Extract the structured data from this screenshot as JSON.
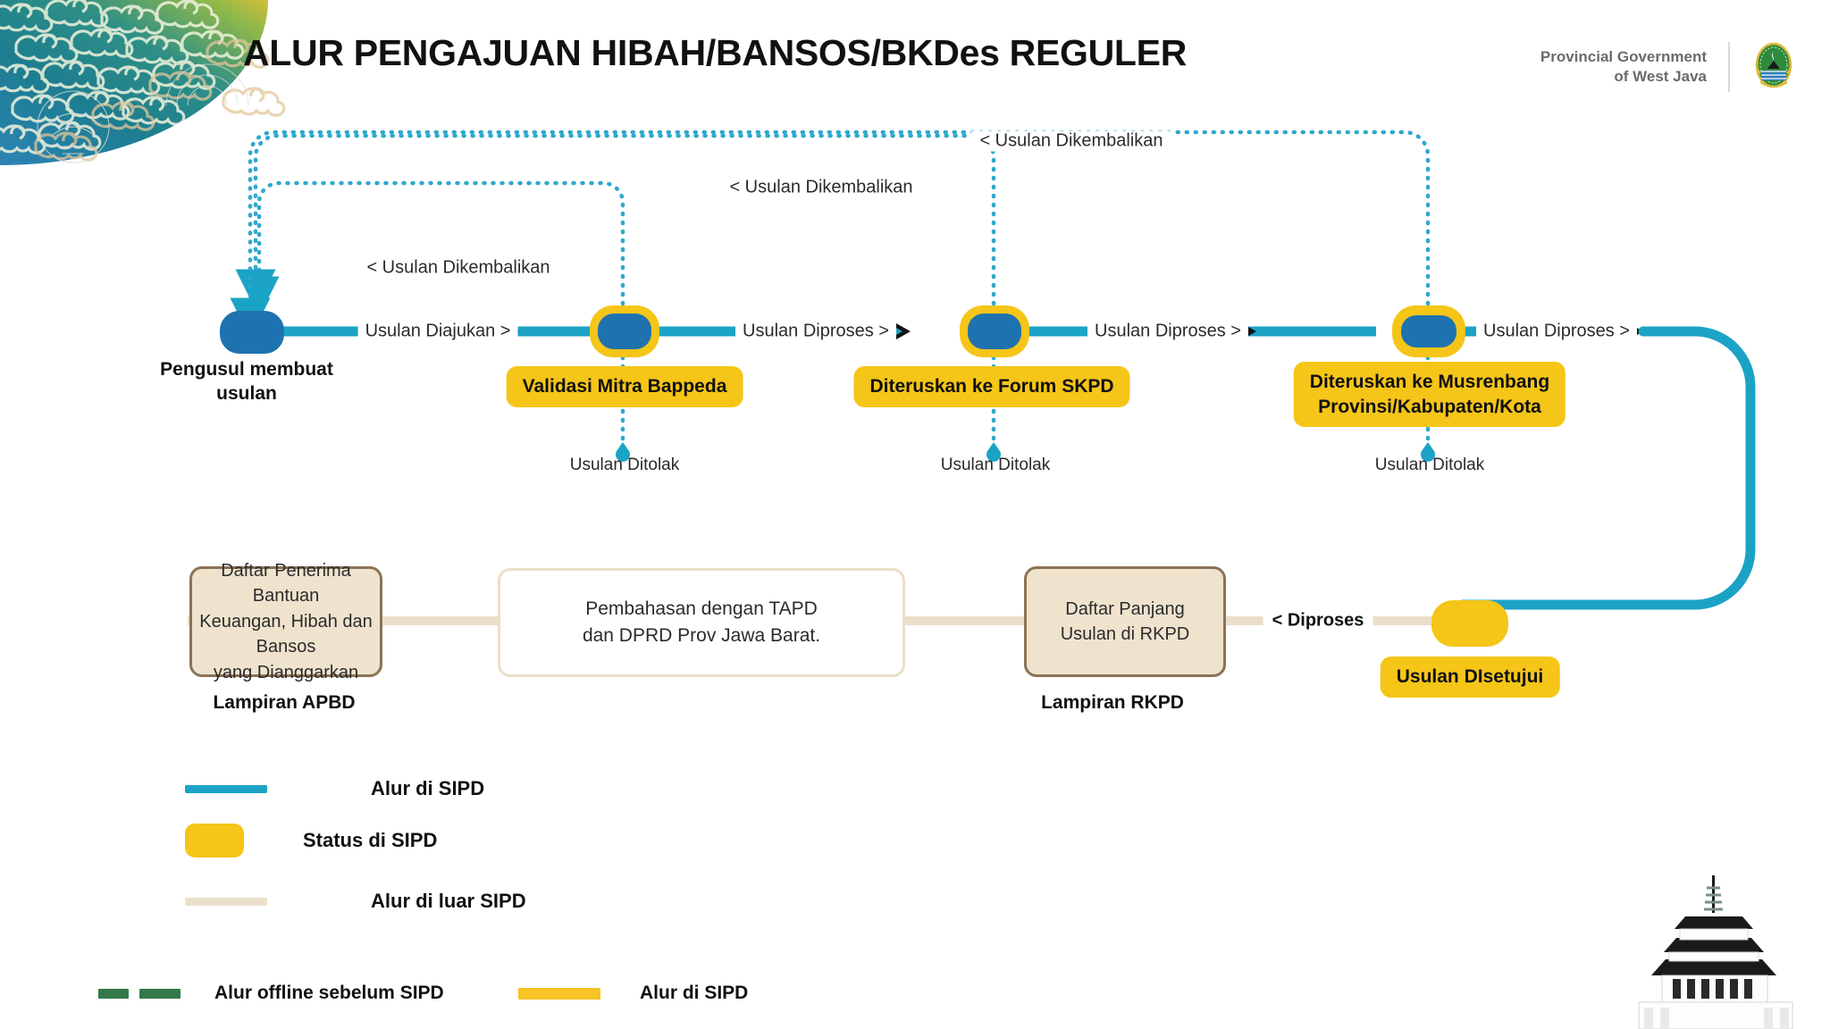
{
  "header": {
    "title": "ALUR PENGAJUAN HIBAH/BANSOS/BKDes REGULER",
    "brand_line1": "Provincial Government",
    "brand_line2": "of West Java",
    "emblem_icon": "west-java-emblem-icon"
  },
  "flow": {
    "nodes": [
      {
        "id": "n1",
        "caption_line1": "Pengusul membuat",
        "caption_line2": "usulan",
        "pill": ""
      },
      {
        "id": "n2",
        "caption_line1": "",
        "caption_line2": "",
        "pill": "Validasi Mitra Bappeda"
      },
      {
        "id": "n3",
        "caption_line1": "",
        "caption_line2": "",
        "pill": "Diteruskan ke Forum SKPD"
      },
      {
        "id": "n4",
        "caption_line1": "",
        "caption_line2": "",
        "pill_line1": "Diteruskan ke Musrenbang",
        "pill_line2": "Provinsi/Kabupaten/Kota"
      }
    ],
    "edge_labels": [
      "Usulan Diajukan >",
      "Usulan Diproses >",
      "Usulan Diproses >",
      "Usulan Diproses >"
    ],
    "return_labels": [
      "< Usulan Dikembalikan",
      "< Usulan Dikembalikan",
      "< Usulan Dikembalikan"
    ],
    "reject_labels": [
      "Usulan Ditolak",
      "Usulan Ditolak",
      "Usulan Ditolak"
    ]
  },
  "bottom": {
    "box1_line1": "Daftar Penerima Bantuan",
    "box1_line2": "Keuangan, Hibah dan Bansos",
    "box1_line3": "yang Dianggarkan",
    "box1_caption": "Lampiran APBD",
    "box2_line1": "Pembahasan dengan TAPD",
    "box2_line2": "dan DPRD Prov Jawa Barat.",
    "box3_line1": "Daftar Panjang",
    "box3_line2": "Usulan di RKPD",
    "box3_caption": "Lampiran RKPD",
    "diproses_label": "< Diproses",
    "approved_pill": "Usulan DIsetujui"
  },
  "legend": {
    "items": [
      {
        "swatch": "blue-line-swatch",
        "label": "Alur di SIPD"
      },
      {
        "swatch": "yellow-pill-swatch",
        "label": "Status di SIPD"
      },
      {
        "swatch": "beige-line-swatch",
        "label": "Alur di luar SIPD"
      }
    ],
    "bottom_items": [
      {
        "swatch": "green-dashed-swatch",
        "label": "Alur offline sebelum SIPD"
      },
      {
        "swatch": "yellow-bar-swatch",
        "label": "Alur di SIPD"
      }
    ]
  },
  "colors": {
    "flow_blue": "#1BA3C6",
    "node_blue": "#1F72B0",
    "status_yellow": "#F5C518",
    "beige": "#EFE3CE",
    "beige_line": "#EADFC8",
    "brown_border": "#8B7355",
    "green": "#33784A"
  },
  "decor": {
    "corner_icon": "batik-cloud-motif",
    "building_icon": "gedung-sate-icon"
  }
}
